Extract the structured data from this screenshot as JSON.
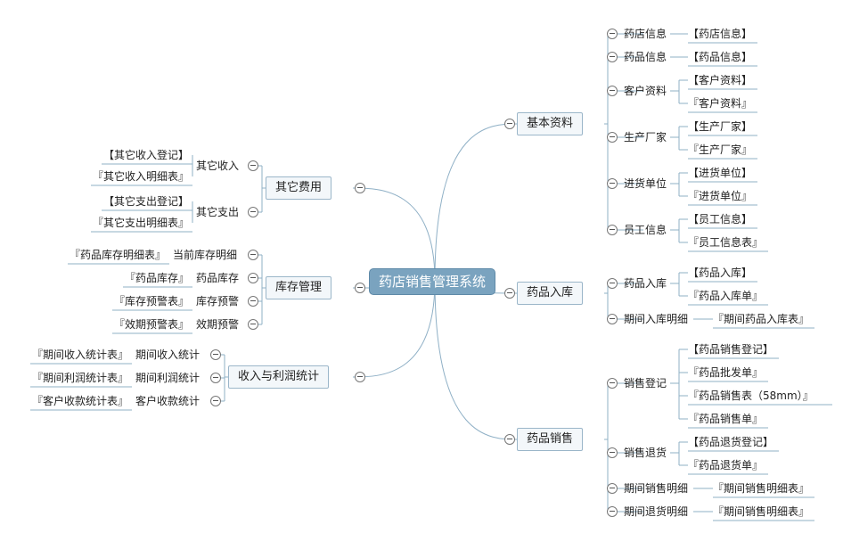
{
  "center": "药店销售管理系统",
  "right": [
    {
      "label": "基本资料",
      "items": [
        {
          "label": "药店信息",
          "leaves": [
            "【药店信息】"
          ]
        },
        {
          "label": "药品信息",
          "leaves": [
            "【药品信息】"
          ]
        },
        {
          "label": "客户资料",
          "leaves": [
            "【客户资料】",
            "『客户资料』"
          ]
        },
        {
          "label": "生产厂家",
          "leaves": [
            "【生产厂家】",
            "『生产厂家』"
          ]
        },
        {
          "label": "进货单位",
          "leaves": [
            "【进货单位】",
            "『进货单位』"
          ]
        },
        {
          "label": "员工信息",
          "leaves": [
            "【员工信息】",
            "『员工信息表』"
          ]
        }
      ]
    },
    {
      "label": "药品入库",
      "items": [
        {
          "label": "药品入库",
          "leaves": [
            "【药品入库】",
            "『药品入库单』"
          ]
        },
        {
          "label": "期间入库明细",
          "leaves": [
            "『期间药品入库表』"
          ]
        }
      ]
    },
    {
      "label": "药品销售",
      "items": [
        {
          "label": "销售登记",
          "leaves": [
            "【药品销售登记】",
            "『药品批发单』",
            "『药品销售表（58mm）』",
            "『药品销售单』"
          ]
        },
        {
          "label": "销售退货",
          "leaves": [
            "【药品退货登记】",
            "『药品退货单』"
          ]
        },
        {
          "label": "期间销售明细",
          "leaves": [
            "『期间销售明细表』"
          ]
        },
        {
          "label": "期间退货明细",
          "leaves": [
            "『期间销售明细表』"
          ]
        }
      ]
    }
  ],
  "left": [
    {
      "label": "其它费用",
      "items": [
        {
          "label": "其它收入",
          "leaves": [
            "【其它收入登记】",
            "『其它收入明细表』"
          ]
        },
        {
          "label": "其它支出",
          "leaves": [
            "【其它支出登记】",
            "『其它支出明细表』"
          ]
        }
      ]
    },
    {
      "label": "库存管理",
      "items": [
        {
          "label": "当前库存明细",
          "leaves": [
            "『药品库存明细表』"
          ]
        },
        {
          "label": "药品库存",
          "leaves": [
            "『药品库存』"
          ]
        },
        {
          "label": "库存预警",
          "leaves": [
            "『库存预警表』"
          ]
        },
        {
          "label": "效期预警",
          "leaves": [
            "『效期预警表』"
          ]
        }
      ]
    },
    {
      "label": "收入与利润统计",
      "items": [
        {
          "label": "期间收入统计",
          "leaves": [
            "『期间收入统计表』"
          ]
        },
        {
          "label": "期间利润统计",
          "leaves": [
            "『期间利润统计表』"
          ]
        },
        {
          "label": "客户收款统计",
          "leaves": [
            "『客户收款统计表』"
          ]
        }
      ]
    }
  ]
}
